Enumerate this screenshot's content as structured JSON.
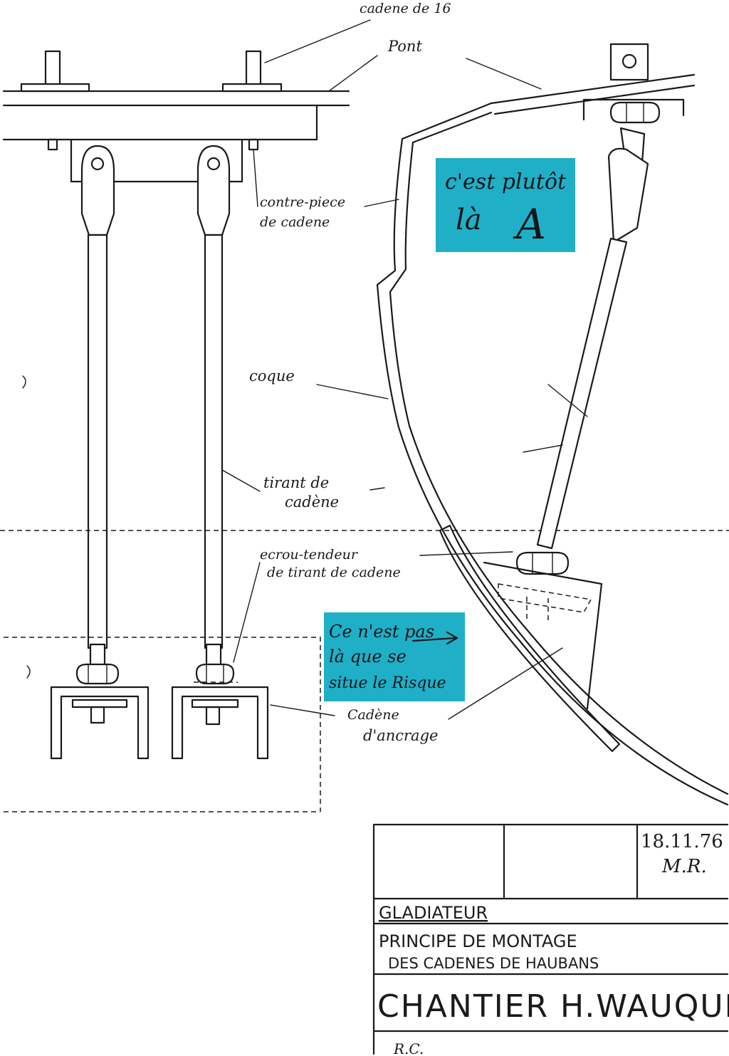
{
  "labels": {
    "cadene_de_16": "cadene de 16",
    "pont": "Pont",
    "contre_piece_1": "contre-piece",
    "contre_piece_2": "de cadene",
    "coque": "coque",
    "tirant_1": "tirant de",
    "tirant_2": "cadène",
    "ecrou_1": "ecrou-tendeur",
    "ecrou_2": "de tirant de cadene",
    "cadene_ancrage_1": "Cadène",
    "cadene_ancrage_2": "d'ancrage"
  },
  "notes": {
    "top_line1": "c'est plutôt",
    "top_line2": "là",
    "top_letter": "A",
    "bottom_line1": "Ce n'est pas",
    "bottom_line2": "là que se",
    "bottom_line3": "situe le Risque"
  },
  "title_block": {
    "date": "18.11.76",
    "initials": "M.R.",
    "project": "GLADIATEUR",
    "subtitle_1": "PRINCIPE DE MONTAGE",
    "subtitle_2": "DES CADENES DE HAUBANS",
    "company": "CHANTIER H.WAUQUIEZ",
    "footer": "R.C."
  },
  "colors": {
    "ink": "#1a1a1a",
    "sticky_note": "#1fb0c7"
  }
}
